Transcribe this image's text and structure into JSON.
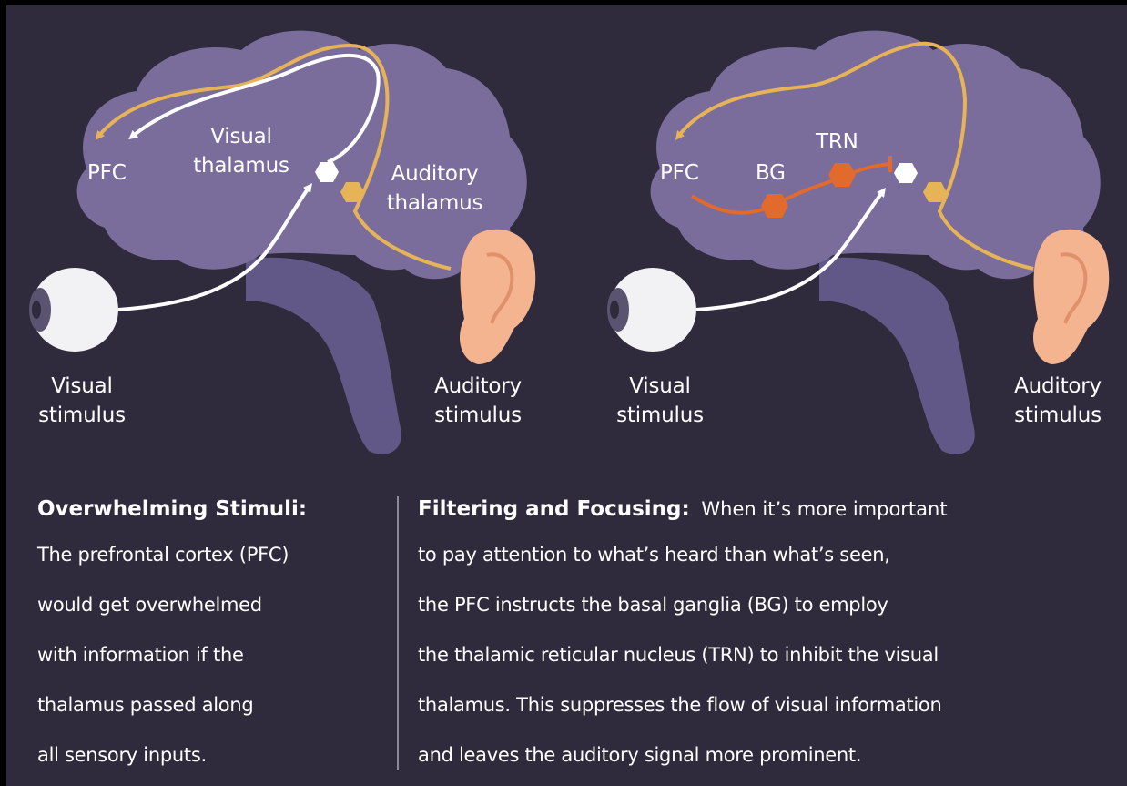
{
  "colors": {
    "background": "#2f2b3c",
    "brain": "#7a6c9b",
    "brainstem": "#625887",
    "auditory_path": "#e6b457",
    "visual_path": "#ffffff",
    "bg_trn": "#e16a2c",
    "ear": "#f4b48f"
  },
  "left_diagram": {
    "pfc": "PFC",
    "visual_thalamus": "Visual\nthalamus",
    "auditory_thalamus": "Auditory\nthalamus",
    "visual_stimulus": "Visual\nstimulus",
    "auditory_stimulus": "Auditory\nstimulus"
  },
  "right_diagram": {
    "pfc": "PFC",
    "bg": "BG",
    "trn": "TRN",
    "visual_stimulus": "Visual\nstimulus",
    "auditory_stimulus": "Auditory\nstimulus"
  },
  "caption_left": {
    "heading": "Overwhelming Stimuli:",
    "lines": [
      "The prefrontal cortex (PFC)",
      "would get overwhelmed",
      "with information if the",
      "thalamus passed along",
      "all sensory inputs."
    ]
  },
  "caption_right": {
    "heading": "Filtering and Focusing:",
    "first_line_text": "When it’s more important",
    "lines": [
      "to pay attention to what’s heard than what’s seen,",
      "the PFC instructs the basal ganglia (BG) to employ",
      "the thalamic reticular nucleus (TRN) to inhibit the visual",
      "thalamus. This suppresses the flow of visual information",
      "and leaves the auditory signal more prominent."
    ]
  }
}
